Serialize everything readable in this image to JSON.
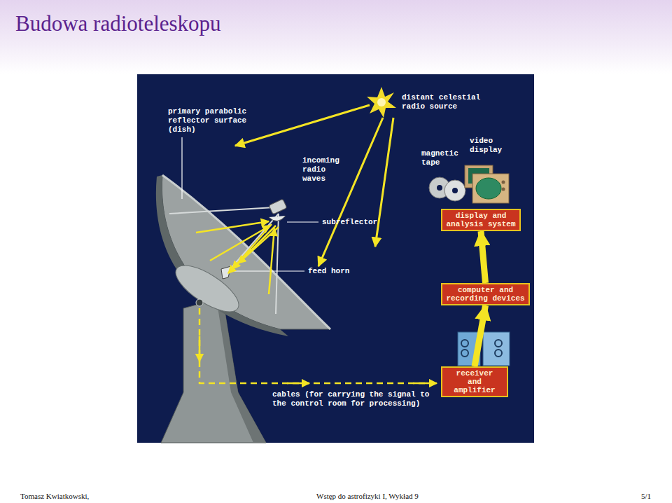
{
  "diagram": {
    "title": "Budowa radioteleskopu",
    "nodes": [
      {
        "text": [
          "display and analysis system"
        ]
      },
      {
        "text": [
          "computer and recording devices"
        ]
      },
      {
        "text": [
          "receiver and amplifier"
        ]
      }
    ],
    "edges": [
      {
        "from": 2,
        "to": 1,
        "arrow": "to"
      },
      {
        "from": 1,
        "to": 0,
        "arrow": "to"
      }
    ],
    "labels": [
      "primary parabolic reflector surface (dish)",
      "distant celestial radio source",
      "incoming radio waves",
      "video display",
      "magnetic tape",
      "subreflector",
      "feed horn",
      "cables (for carrying the signal to the control room for processing)",
      "Tomasz Kwiatkowski,",
      "Wstęp do astrofizyki I, Wykład 9",
      "5/1"
    ]
  }
}
